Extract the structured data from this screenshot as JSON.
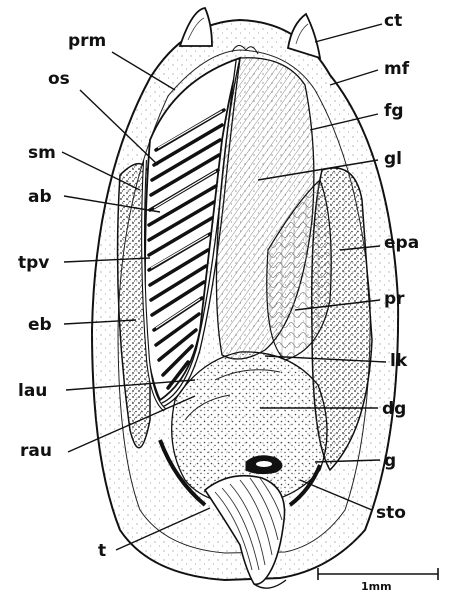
{
  "labels": {
    "ct": "ct",
    "prm": "prm",
    "os": "os",
    "mf": "mf",
    "fg": "fg",
    "sm": "sm",
    "gl": "gl",
    "ab": "ab",
    "epa": "epa",
    "tpv": "tpv",
    "pr": "pr",
    "eb": "eb",
    "lk": "lk",
    "lau": "lau",
    "dg": "dg",
    "rau": "rau",
    "g": "g",
    "sto": "sto",
    "t": "t"
  },
  "scale_bar": {
    "label": "1mm"
  },
  "colors": {
    "ink": "#111111",
    "paper": "#ffffff",
    "stipple": "#555555"
  }
}
